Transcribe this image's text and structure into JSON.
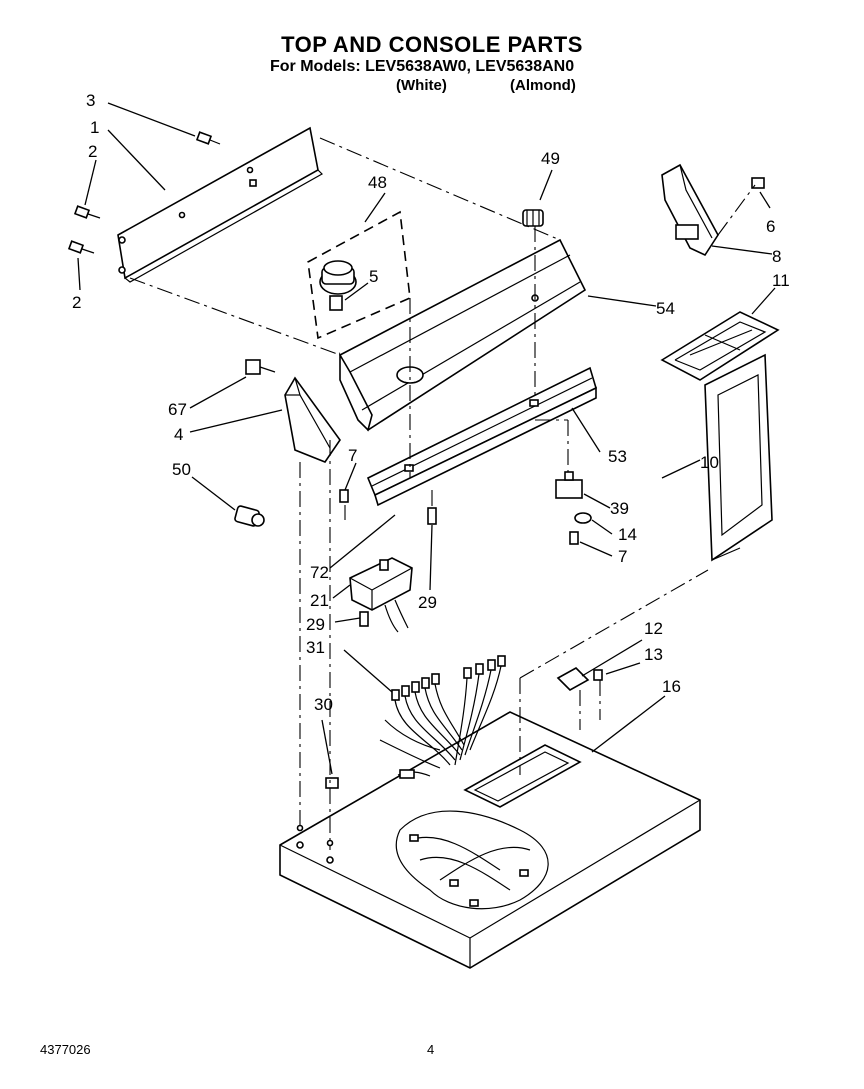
{
  "header": {
    "title": "TOP AND CONSOLE PARTS",
    "models_line": "For Models: LEV5638AW0,  LEV5638AN0",
    "variant_1": "(White)",
    "variant_2": "(Almond)"
  },
  "footer": {
    "doc_number": "4377026",
    "page_number": "4"
  },
  "callouts": {
    "c1": "1",
    "c2a": "2",
    "c2b": "2",
    "c3": "3",
    "c4": "4",
    "c5": "5",
    "c6": "6",
    "c7a": "7",
    "c7b": "7",
    "c8": "8",
    "c10": "10",
    "c11": "11",
    "c12": "12",
    "c13": "13",
    "c14": "14",
    "c16": "16",
    "c21": "21",
    "c29a": "29",
    "c29b": "29",
    "c30": "30",
    "c31": "31",
    "c39": "39",
    "c48": "48",
    "c49": "49",
    "c50": "50",
    "c53": "53",
    "c54": "54",
    "c67": "67",
    "c72": "72"
  }
}
